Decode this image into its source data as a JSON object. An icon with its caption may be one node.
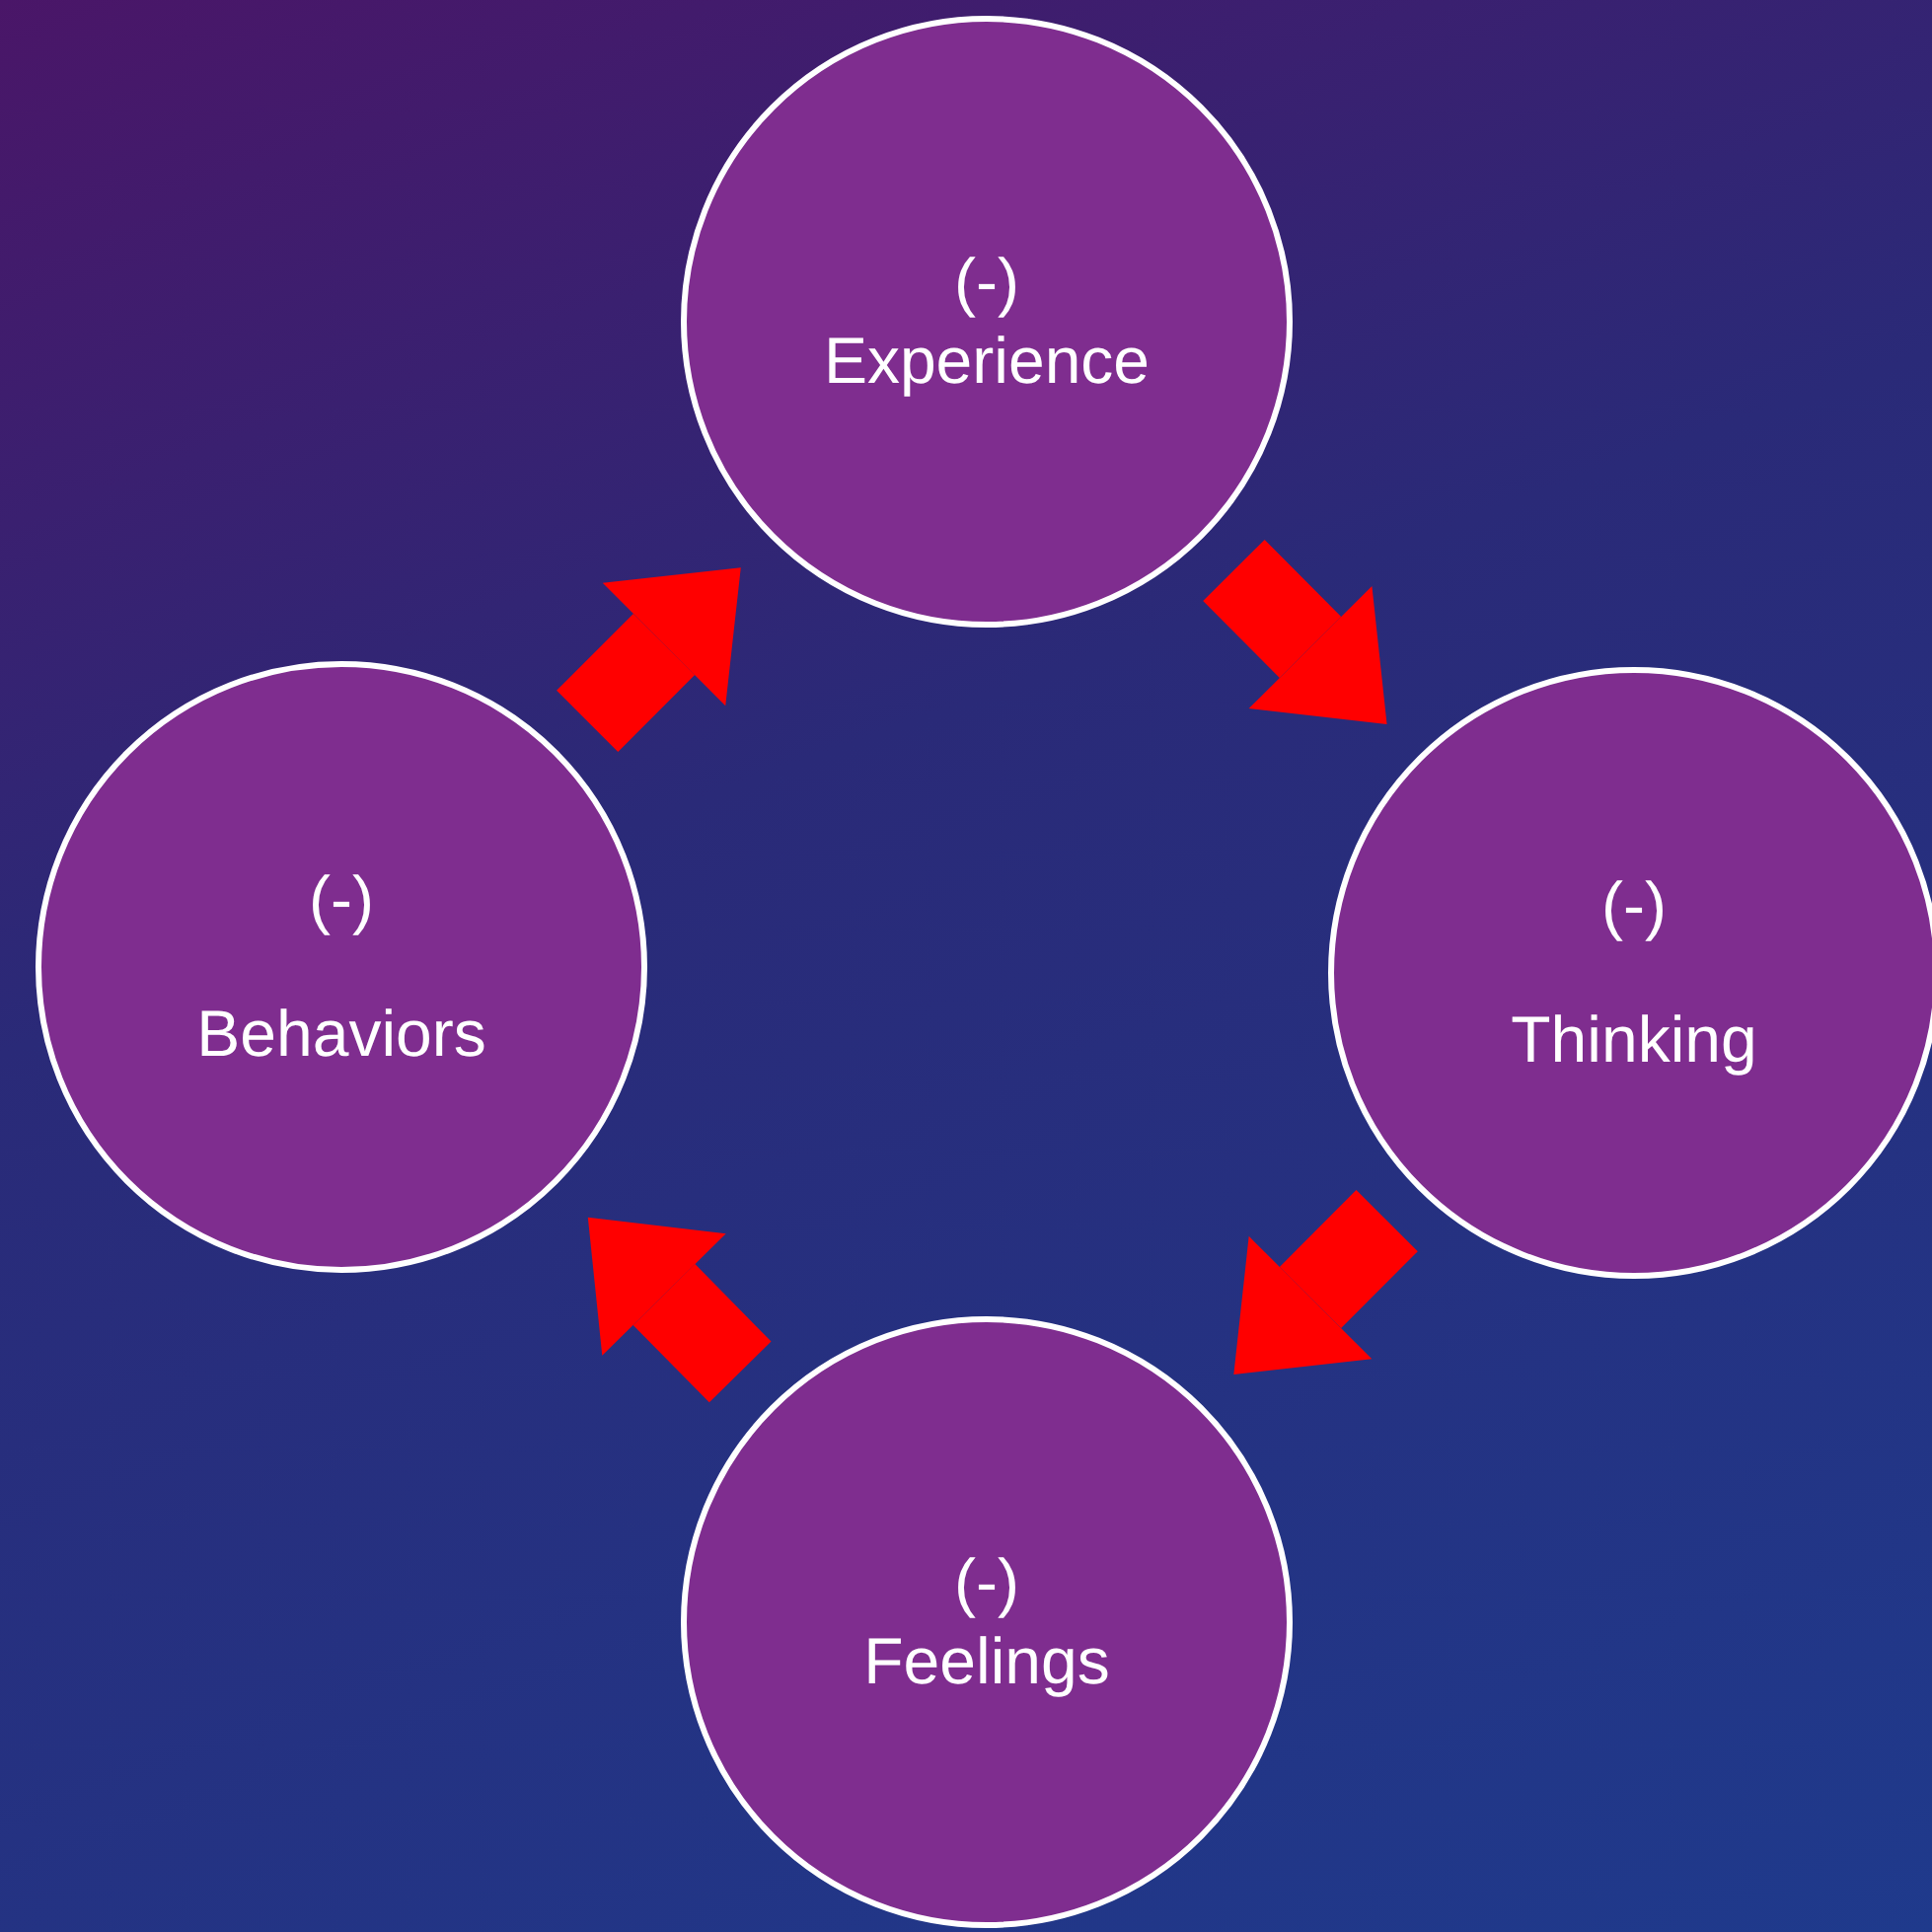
{
  "diagram": {
    "nodes": [
      {
        "text": [
          "(-)",
          "Experience"
        ]
      },
      {
        "text": [
          "(-)",
          "Thinking"
        ]
      },
      {
        "text": [
          "(-)",
          "Feelings"
        ]
      },
      {
        "text": [
          "(-)",
          "Behaviors"
        ]
      }
    ],
    "edges": [
      {
        "from": 0,
        "to": 1,
        "arrow": "to"
      },
      {
        "from": 1,
        "to": 2,
        "arrow": "to"
      },
      {
        "from": 2,
        "to": 3,
        "arrow": "to"
      },
      {
        "from": 3,
        "to": 0,
        "arrow": "to"
      }
    ]
  }
}
